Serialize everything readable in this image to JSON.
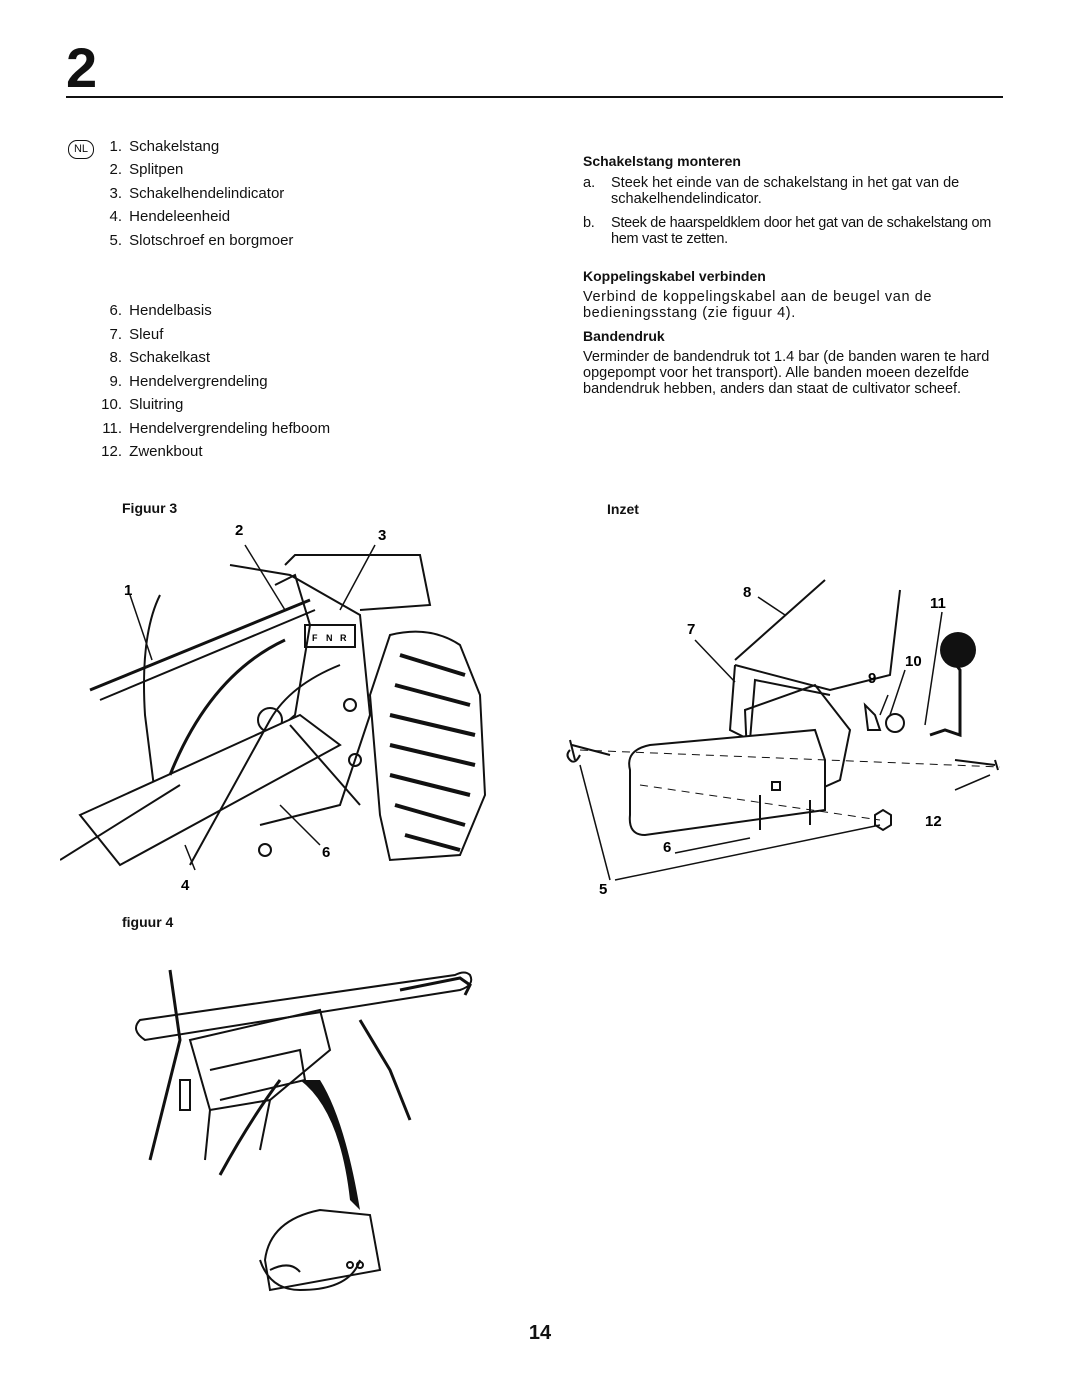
{
  "header": {
    "chapter": "2"
  },
  "language_badge": "NL",
  "parts_list": [
    {
      "num": "1.",
      "label": "Schakelstang"
    },
    {
      "num": "2.",
      "label": "Splitpen"
    },
    {
      "num": "3.",
      "label": "Schakelhendelindicator"
    },
    {
      "num": "4.",
      "label": "Hendeleenheid"
    },
    {
      "num": "5.",
      "label": "Slotschroef en borgmoer"
    },
    {
      "num": "6.",
      "label": "Hendelbasis"
    },
    {
      "num": "7.",
      "label": "Sleuf"
    },
    {
      "num": "8.",
      "label": "Schakelkast"
    },
    {
      "num": "9.",
      "label": "Hendelvergrendeling"
    },
    {
      "num": "10.",
      "label": "Sluitring"
    },
    {
      "num": "11.",
      "label": "Hendelvergrendeling  hefboom"
    },
    {
      "num": "12.",
      "label": "Zwenkbout"
    }
  ],
  "instructions": {
    "shift_rod": {
      "heading": "Schakelstang monteren",
      "steps": [
        {
          "key": "a.",
          "text": "Steek het einde van de schakelstang in het gat van de schakelhendelindicator."
        },
        {
          "key": "b.",
          "text": "Steek de haarspeldklem door het gat van de schakelstang om hem vast te zetten."
        }
      ]
    },
    "clutch_cable": {
      "heading": "Koppelingskabel verbinden",
      "text": "Verbind de koppelingskabel aan de beugel van de bedieningsstang (zie figuur 4)."
    },
    "tire_pressure": {
      "heading": "Bandendruk",
      "text": "Verminder de bandendruk tot 1.4 bar (de banden waren te hard opgepompt voor het transport).  Alle banden moeen dezelfde bandendruk hebben, anders dan staat de cultivator scheef."
    }
  },
  "figures": {
    "figure3": {
      "caption": "Figuur 3",
      "callouts": [
        "1",
        "2",
        "3",
        "4",
        "6"
      ]
    },
    "inset": {
      "caption": "Inzet",
      "callouts": [
        "5",
        "6",
        "7",
        "8",
        "9",
        "10",
        "11",
        "12"
      ]
    },
    "figure4": {
      "caption": "figuur 4"
    },
    "shift_indicator_letters": [
      "F",
      "N",
      "R"
    ]
  },
  "footer": {
    "page_number": "14"
  }
}
